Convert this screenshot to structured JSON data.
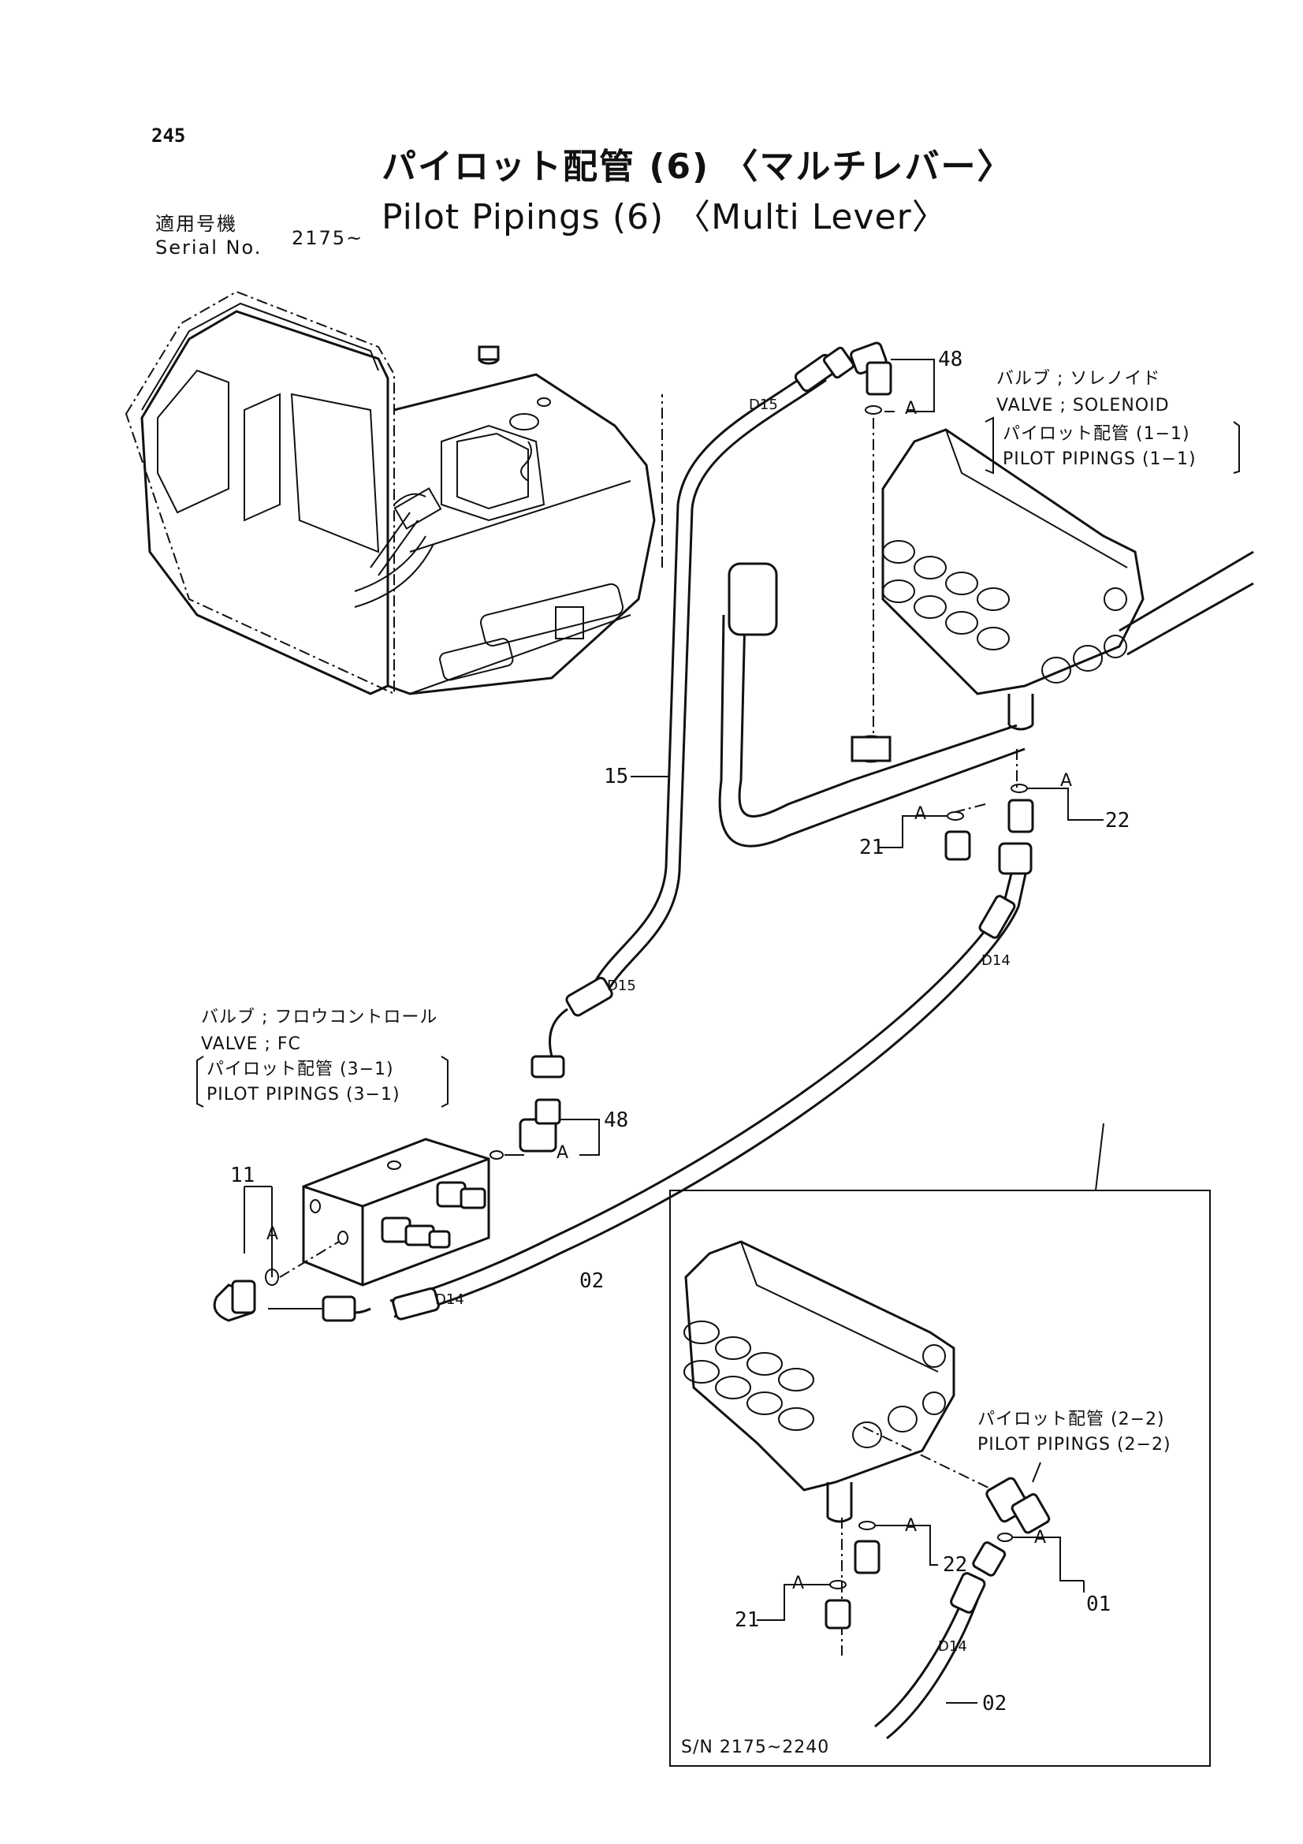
{
  "page_number": "245",
  "title_jp": "パイロット配管 (6) 〈マルチレバー〉",
  "title_en": "Pilot Pipings (6) 〈Multi Lever〉",
  "serial": {
    "label_jp": "適用号機",
    "label_en": "Serial No.",
    "value": "2175~"
  },
  "valve_solenoid": {
    "jp": "バルブ ; ソレノイド",
    "en": "VALVE ; SOLENOID",
    "ref_jp": "パイロット配管 (1−1)",
    "ref_en": "PILOT PIPINGS (1−1)"
  },
  "valve_fc": {
    "jp": "バルブ ; フロウコントロール",
    "en": "VALVE ; FC",
    "ref_jp": "パイロット配管 (3−1)",
    "ref_en": "PILOT PIPINGS (3−1)"
  },
  "inset_ref": {
    "jp": "パイロット配管 (2−2)",
    "en": "PILOT PIPINGS (2−2)"
  },
  "inset_serial": "S/N 2175~2240",
  "callouts": {
    "p48a": "48",
    "p48b": "48",
    "p15": "15",
    "p22a": "22",
    "p21a": "21",
    "p11": "11",
    "p02a": "02",
    "p22b": "22",
    "p21b": "21",
    "p01": "01",
    "p02b": "02",
    "a": "A"
  },
  "hose_marks": {
    "d15": "D15",
    "d14": "D14"
  }
}
